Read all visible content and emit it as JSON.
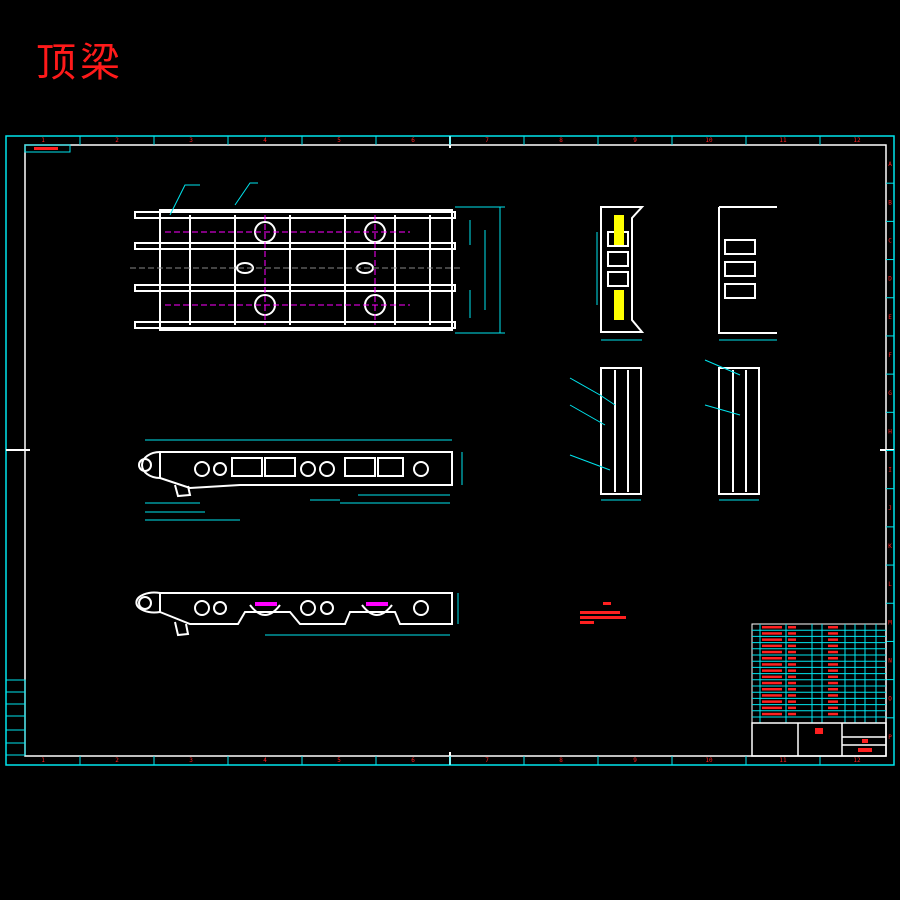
{
  "title": "顶梁",
  "frame": {
    "columns": [
      "1",
      "2",
      "3",
      "4",
      "5",
      "6",
      "7",
      "8",
      "9",
      "10",
      "11",
      "12"
    ],
    "rows": [
      "A",
      "B",
      "C",
      "D",
      "E",
      "F",
      "G",
      "H",
      "I",
      "J",
      "K",
      "L",
      "M",
      "N",
      "O",
      "P"
    ]
  },
  "colors": {
    "border": "#00e5ee",
    "part": "#ffffff",
    "text": "#ff2020",
    "centerline": "#ff00ff",
    "hatch": "#ffff00"
  }
}
